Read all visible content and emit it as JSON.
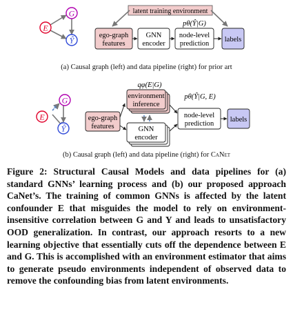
{
  "panel_a": {
    "node_g": "G",
    "node_e": "E",
    "node_y": "Ŷ",
    "env_bar": "latent training environment",
    "ego_line1": "ego-graph",
    "ego_line2": "features",
    "gnn_line1": "GNN",
    "gnn_line2": "encoder",
    "prob_label": "pθ(Ŷ|G)",
    "pred_line1": "node-level",
    "pred_line2": "prediction",
    "labels": "labels",
    "caption": "(a) Causal graph (left) and data pipeline (right) for prior art"
  },
  "panel_b": {
    "node_g": "G",
    "node_e": "E",
    "node_y": "Ŷ",
    "q_label": "qφ(E|G)",
    "env_line1": "environment",
    "env_line2": "inference",
    "ego_line1": "ego-graph",
    "ego_line2": "features",
    "gnn_line1": "GNN",
    "gnn_line2": "encoder",
    "prob_label": "pθ(Ŷ|G, E)",
    "pred_line1": "node-level",
    "pred_line2": "prediction",
    "labels": "labels",
    "caption_prefix": "(b) Causal graph (left) and data pipeline (right) for ",
    "caption_name": "CaNet"
  },
  "figure_caption": {
    "label": "Figure 2:",
    "text": "Structural Causal Models and data pipelines for (a) standard GNNs’ learning process and (b) our proposed approach CaNet’s. The training of common GNNs is affected by the latent confounder E that misguides the model to rely on environment-insensitive correlation between G and Y and leads to unsatisfactory OOD generalization. In contrast, our approach resorts to a new learning objective that essentially cuts off the dependence between E and G. This is accomplished with an environment estimator that aims to generate pseudo environments independent of observed data to remove the confounding bias from latent environments."
  },
  "colors": {
    "node_g": "#b000b0",
    "node_e": "#e0002a",
    "node_y": "#2d48d8",
    "pink_fill": "#f2cccc",
    "blue_fill": "#c8c8f4",
    "cross_blue": "#5a86c8"
  }
}
